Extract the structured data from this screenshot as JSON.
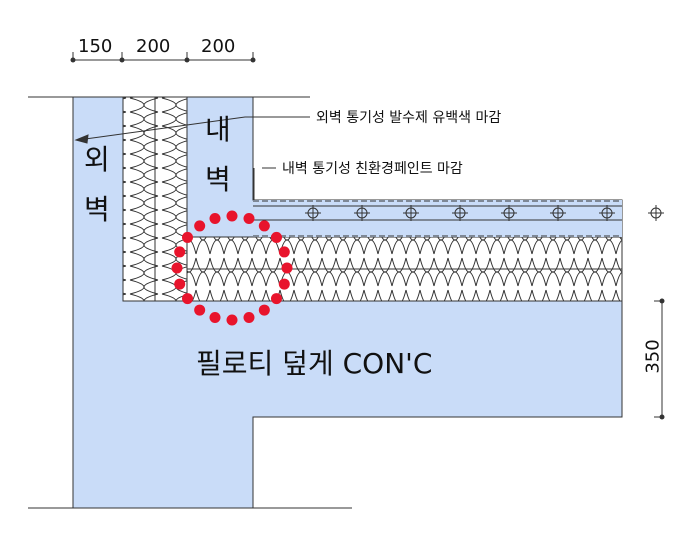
{
  "dimensions": {
    "top": [
      "150",
      "200",
      "200"
    ],
    "slab_thickness": "350"
  },
  "labels": {
    "outer_wall": [
      "외",
      "벽"
    ],
    "inner_wall": [
      "내",
      "벽"
    ],
    "slab": "필로티 덮게 CON'C",
    "outer_finish_note": "외벽 통기성 발수제 유백색 마감",
    "inner_finish_note": "내벽 통기성 친환경페인트 마감"
  },
  "colors": {
    "concrete": "#c9dcf8",
    "highlight": "#e8142c",
    "line": "#333333"
  }
}
